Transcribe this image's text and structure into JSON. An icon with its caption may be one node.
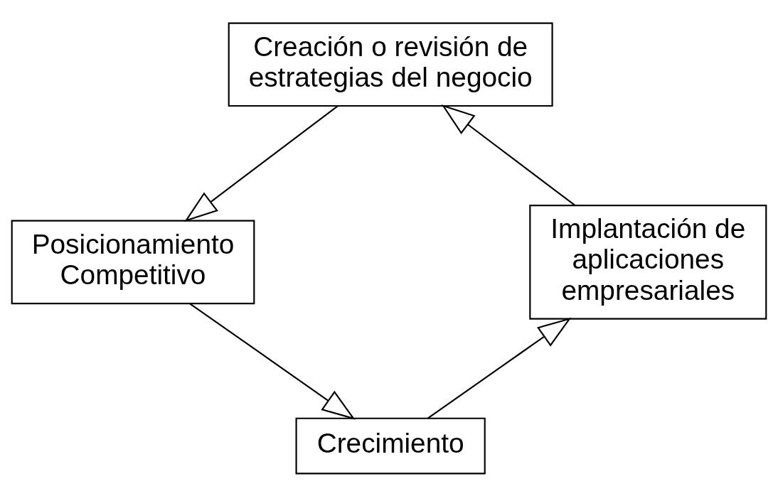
{
  "diagram": {
    "nodes": [
      {
        "text": [
          "Creación o revisión de estrategias del negocio"
        ]
      },
      {
        "text": [
          "Posicionamiento Competitivo"
        ]
      },
      {
        "text": [
          "Crecimiento"
        ]
      },
      {
        "text": [
          "Implantación de aplicaciones empresariales"
        ]
      }
    ],
    "edges": [
      {
        "from": 0,
        "to": 1,
        "arrow": "to"
      },
      {
        "from": 1,
        "to": 2,
        "arrow": "to"
      },
      {
        "from": 2,
        "to": 3,
        "arrow": "to"
      },
      {
        "from": 3,
        "to": 0,
        "arrow": "to"
      }
    ]
  }
}
